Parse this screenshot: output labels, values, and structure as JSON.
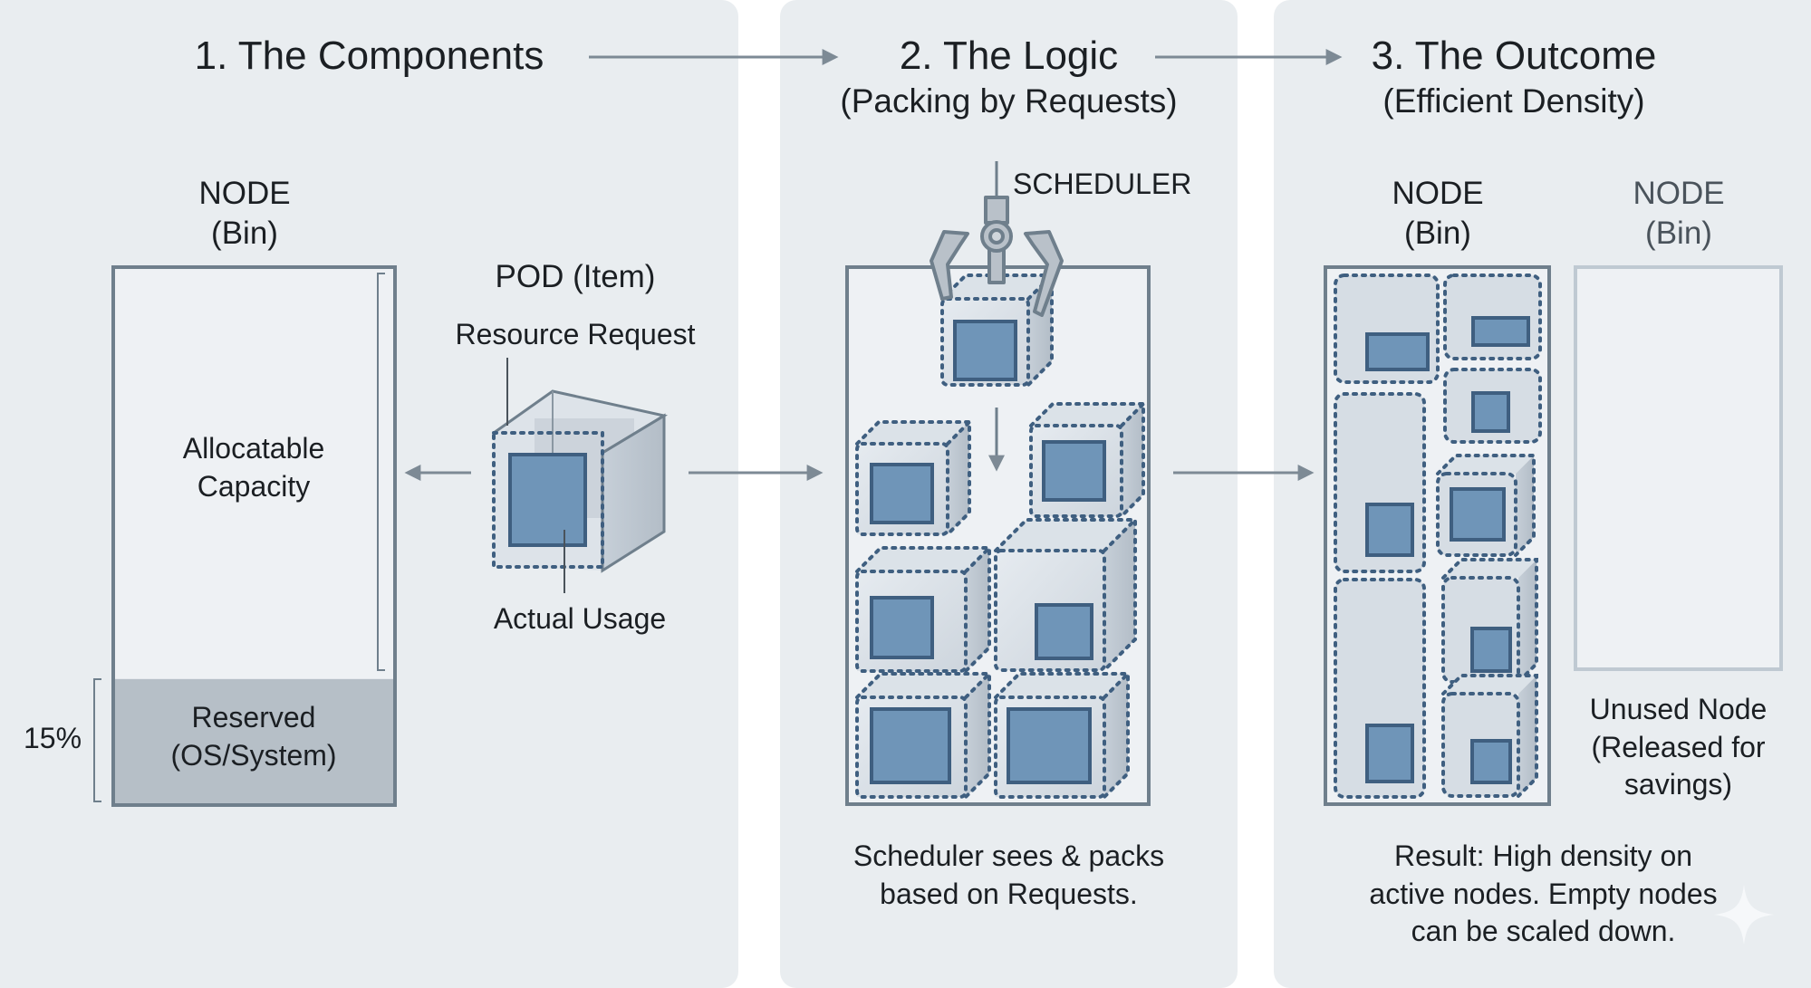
{
  "steps": [
    {
      "title": "1. The Components"
    },
    {
      "title": "2. The Logic",
      "subtitle": "(Packing by Requests)"
    },
    {
      "title": "3. The Outcome",
      "subtitle": "(Efficient Density)"
    }
  ],
  "components": {
    "node_label": "NODE",
    "node_sublabel": "(Bin)",
    "allocatable_line1": "Allocatable",
    "allocatable_line2": "Capacity",
    "reserved_line1": "Reserved",
    "reserved_line2": "(OS/System)",
    "reserved_percent": "15%",
    "reserved_fraction": 0.15,
    "pod_label": "POD (Item)",
    "resource_request_label": "Resource Request",
    "actual_usage_label": "Actual Usage"
  },
  "logic": {
    "scheduler_label": "SCHEDULER",
    "caption_line1": "Scheduler sees & packs",
    "caption_line2": "based on Requests."
  },
  "outcome": {
    "active_node_label": "NODE",
    "active_node_sublabel": "(Bin)",
    "unused_node_label": "NODE",
    "unused_node_sublabel": "(Bin)",
    "unused_caption_line1": "Unused Node",
    "unused_caption_line2": "(Released for",
    "unused_caption_line3": "savings)",
    "caption_line1": "Result: High density on",
    "caption_line2": "active nodes. Empty nodes",
    "caption_line3": "can be scaled down."
  },
  "icons": {
    "scheduler": "robotic-claw-icon",
    "flow_arrow": "arrow-right-icon",
    "sparkle": "sparkle-icon"
  },
  "colors": {
    "panel_bg": "#e9edf0",
    "page_bg": "#ffffff",
    "border": "#6f7f8c",
    "usage_fill": "#6f95b8",
    "usage_stroke": "#3f5f80",
    "request_dots": "#3f5f80",
    "reserved_fill": "#b6bfc7",
    "arrow": "#7d8a95"
  }
}
